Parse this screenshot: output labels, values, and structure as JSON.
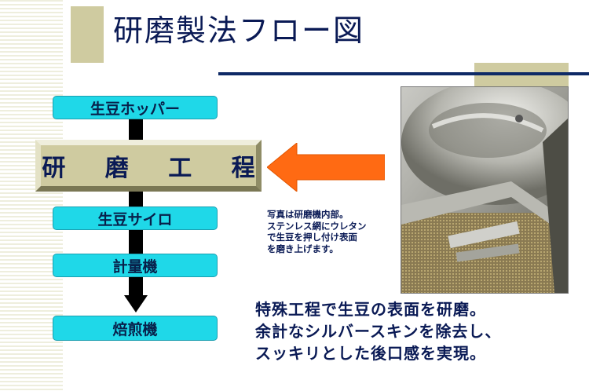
{
  "title": "研磨製法フロー図",
  "flow": {
    "hopper": "生豆ホッパー",
    "polishing": "研 磨 工 程",
    "silo": "生豆サイロ",
    "scale": "計量機",
    "roaster": "焙煎機"
  },
  "caption": [
    "写真は研磨機内部。",
    "ステンレス網にウレタン",
    "で生豆を押し付け表面",
    "を磨き上げます。"
  ],
  "summary": [
    "特殊工程で生豆の表面を研磨。",
    "余計なシルバースキンを除去し、",
    "スッキリとした後口感を実現。"
  ],
  "colors": {
    "flow_box": "#1fd8e8",
    "title_text": "#0a1a55",
    "bevel": "#cfcba0",
    "orange_arrow": "#ff6a13",
    "rule": "#0e2a66"
  }
}
